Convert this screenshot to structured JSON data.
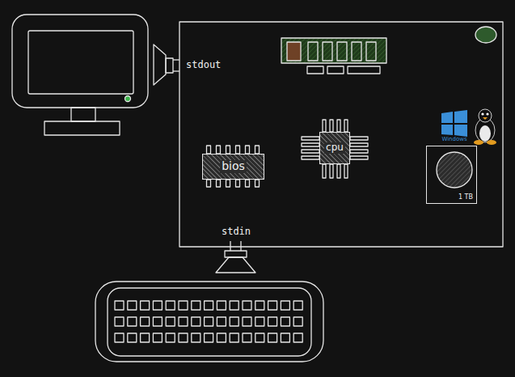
{
  "diagram": {
    "nodes": [
      {
        "text": [
          "bios"
        ]
      },
      {
        "text": [
          "cpu"
        ]
      },
      {
        "text": [
          "1 TB"
        ]
      }
    ],
    "labels": [
      "stdout",
      "stdin",
      "Windows"
    ]
  }
}
